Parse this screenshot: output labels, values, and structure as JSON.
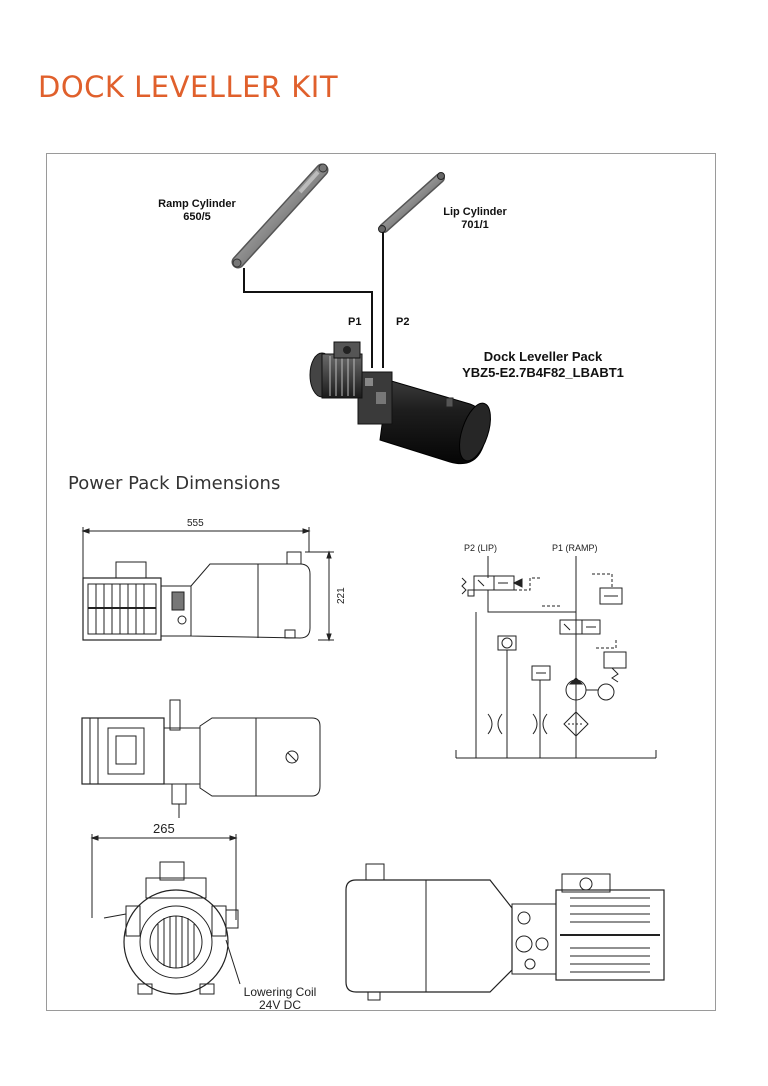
{
  "header": {
    "title": "DOCK LEVELLER KIT"
  },
  "top_diagram": {
    "ramp_cylinder": {
      "line1": "Ramp Cylinder",
      "line2": "650/5"
    },
    "lip_cylinder": {
      "line1": "Lip Cylinder",
      "line2": "701/1"
    },
    "port_p1": "P1",
    "port_p2": "P2",
    "pack": {
      "line1": "Dock Leveller Pack",
      "line2": "YBZ5-E2.7B4F82_LBABT1"
    }
  },
  "dimensions": {
    "section_title": "Power Pack Dimensions",
    "length": "555",
    "height": "221",
    "width": "265",
    "coil": {
      "line1": "Lowering Coil",
      "line2": "24V DC"
    }
  },
  "hydraulic_schematic": {
    "p2_label": "P2 (LIP)",
    "p1_label": "P1 (RAMP)"
  }
}
